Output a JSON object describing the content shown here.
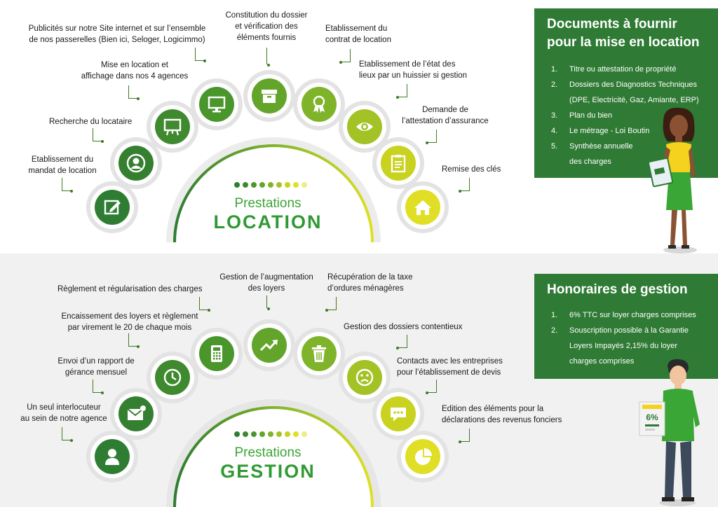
{
  "location": {
    "title_small": "Prestations",
    "title_big": "LOCATION",
    "steps": [
      {
        "text": "Etablissement du\nmandat de location",
        "icon": "edit-icon"
      },
      {
        "text": "Recherche du locataire",
        "icon": "user-icon"
      },
      {
        "text": "Mise en location et\naffichage dans nos 4 agences",
        "icon": "board-icon"
      },
      {
        "text": "Publicités sur notre Site internet et sur l’ensemble\nde nos passerelles (Bien ici, Seloger, Logicimmo)",
        "icon": "monitor-icon"
      },
      {
        "text": "Constitution du dossier\net vérification des\néléments fournis",
        "icon": "box-icon"
      },
      {
        "text": "Etablissement du\ncontrat de location",
        "icon": "award-icon"
      },
      {
        "text": "Etablissement de l’état des\nlieux par un huissier si gestion",
        "icon": "eye-icon"
      },
      {
        "text": "Demande de\nl’attestation d’assurance",
        "icon": "clipboard-icon"
      },
      {
        "text": "Remise des clés",
        "icon": "home-icon"
      }
    ],
    "panel": {
      "title": "Documents à fournir\npour la mise en location",
      "items": [
        {
          "n": "1.",
          "t": "Titre ou attestation de propriété"
        },
        {
          "n": "2.",
          "t": "Dossiers des Diagnostics Techniques\n(DPE, Electricité, Gaz, Amiante, ERP)"
        },
        {
          "n": "3.",
          "t": "Plan du bien"
        },
        {
          "n": "4.",
          "t": "Le métrage - Loi Boutin"
        },
        {
          "n": "5.",
          "t": "Synthèse annuelle\ndes charges"
        }
      ]
    }
  },
  "gestion": {
    "title_small": "Prestations",
    "title_big": "GESTION",
    "steps": [
      {
        "text": "Un seul interlocuteur\nau sein de notre agence",
        "icon": "person-icon"
      },
      {
        "text": "Envoi d’un rapport de\ngérance mensuel",
        "icon": "mail-icon"
      },
      {
        "text": "Encaissement des loyers et règlement\npar virement le 20 de chaque mois",
        "icon": "clock-icon"
      },
      {
        "text": "Règlement et régularisation des charges",
        "icon": "calculator-icon"
      },
      {
        "text": "Gestion de l’augmentation\ndes loyers",
        "icon": "trend-up-icon"
      },
      {
        "text": "Récupération de la taxe\nd’ordures ménagères",
        "icon": "trash-icon"
      },
      {
        "text": "Gestion des dossiers contentieux",
        "icon": "sad-face-icon"
      },
      {
        "text": "Contacts avec les entreprises\npour l’établissement de devis",
        "icon": "chat-icon"
      },
      {
        "text": "Edition des éléments pour la\ndéclarations des revenus fonciers",
        "icon": "pie-icon"
      }
    ],
    "panel": {
      "title": "Honoraires de gestion",
      "items": [
        {
          "n": "1.",
          "t": "6% TTC sur loyer charges comprises"
        },
        {
          "n": "2.",
          "t": "Souscription possible à la Garantie\nLoyers Impayés 2,15% du loyer\ncharges comprises"
        }
      ]
    },
    "sign_text": "6%"
  },
  "colors": {
    "dark_green": "#2f7a34",
    "steps": [
      "#2e7d32",
      "#357f30",
      "#3f8a2e",
      "#4b962c",
      "#63a52a",
      "#7fb42a",
      "#a3c226",
      "#c8d21f",
      "#e0df26"
    ]
  }
}
